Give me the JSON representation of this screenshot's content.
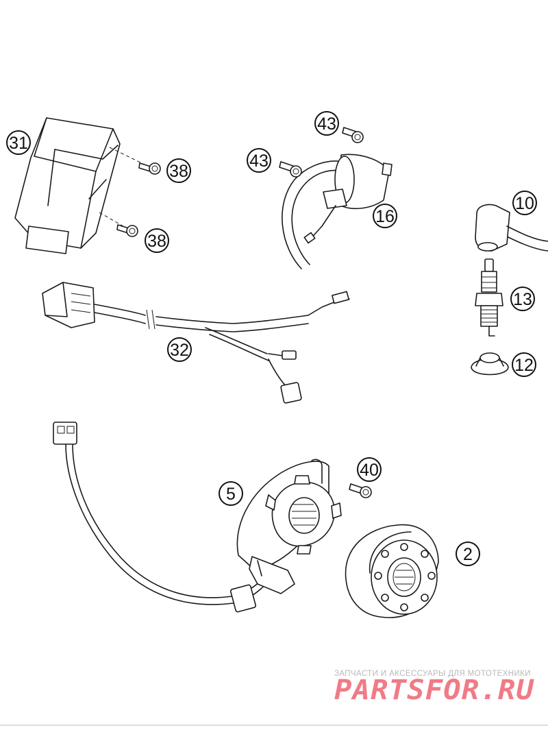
{
  "callouts": [
    {
      "id": "31",
      "label": "31"
    },
    {
      "id": "38a",
      "label": "38"
    },
    {
      "id": "38b",
      "label": "38"
    },
    {
      "id": "43a",
      "label": "43"
    },
    {
      "id": "43b",
      "label": "43"
    },
    {
      "id": "16",
      "label": "16"
    },
    {
      "id": "10",
      "label": "10"
    },
    {
      "id": "13",
      "label": "13"
    },
    {
      "id": "12",
      "label": "12"
    },
    {
      "id": "32",
      "label": "32"
    },
    {
      "id": "40",
      "label": "40"
    },
    {
      "id": "5",
      "label": "5"
    },
    {
      "id": "2",
      "label": "2"
    }
  ],
  "watermark": {
    "tagline": "ЗАПЧАСТИ И АКСЕССУАРЫ ДЛЯ МОТОТЕХНИКИ",
    "logo": "PARTSFOR.RU",
    "logo_color": "#f07b86",
    "tagline_color": "#b8b8b8"
  }
}
